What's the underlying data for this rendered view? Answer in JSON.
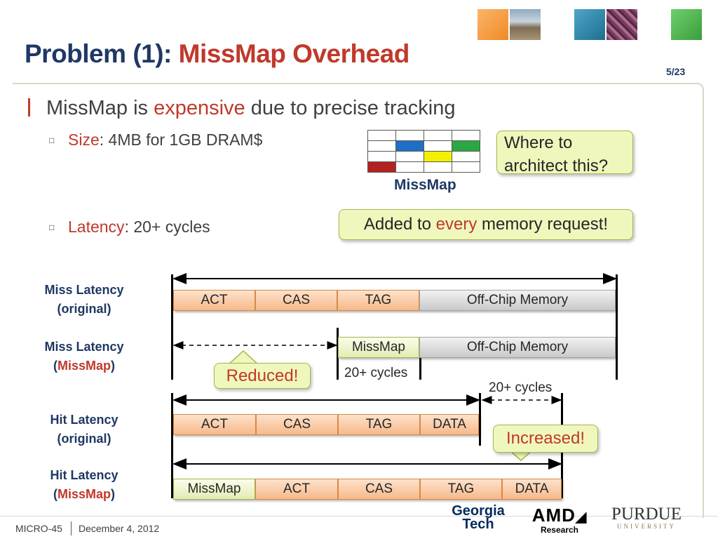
{
  "title": {
    "prefix": "Problem (1): ",
    "highlight": "MissMap Overhead"
  },
  "page_number": "5/23",
  "colors": {
    "title": "#1f3864",
    "accent": "#c0392b",
    "seg_orange": "#f7b98a",
    "seg_gray": "#c9c9c9",
    "callout": "#f0f7bd"
  },
  "header_squares": [
    "#f79646",
    "#31849b",
    "#4ead4e"
  ],
  "bullet": {
    "main_pre": "MissMap is ",
    "main_hl": "expensive",
    "main_post": " due to precise tracking",
    "size_label": "Size",
    "size_text": ": 4MB for 1GB DRAM$",
    "latency_label": "Latency",
    "latency_text": ": 20+ cycles"
  },
  "missmap_grid": {
    "label": "MissMap",
    "cells": [
      [
        "",
        "",
        "",
        ""
      ],
      [
        "",
        "#1f6fc5",
        "",
        "#2aa845"
      ],
      [
        "",
        "",
        "#f0f000",
        ""
      ],
      [
        "#b22222",
        "",
        "",
        ""
      ]
    ]
  },
  "callouts": {
    "where": "Where to architect this?",
    "added_pre": "Added to ",
    "added_hl": "every",
    "added_post": " memory request!",
    "reduced": "Reduced!",
    "increased": "Increased!"
  },
  "rows": {
    "miss_orig": {
      "line1": "Miss Latency",
      "line2": "(original)"
    },
    "miss_mm": {
      "line1": "Miss Latency",
      "line2_pre": "(",
      "line2_hl": "MissMap",
      "line2_post": ")"
    },
    "hit_orig": {
      "line1": "Hit Latency",
      "line2": "(original)"
    },
    "hit_mm": {
      "line1": "Hit Latency",
      "line2_pre": "(",
      "line2_hl": "MissMap",
      "line2_post": ")"
    }
  },
  "segments": {
    "miss_orig": [
      "ACT",
      "CAS",
      "TAG",
      "Off-Chip Memory"
    ],
    "miss_mm": [
      "MissMap",
      "Off-Chip Memory"
    ],
    "hit_orig": [
      "ACT",
      "CAS",
      "TAG",
      "DATA"
    ],
    "hit_mm": [
      "MissMap",
      "ACT",
      "CAS",
      "TAG",
      "DATA"
    ]
  },
  "annotations": {
    "cycles_a": "20+ cycles",
    "cycles_b": "20+ cycles"
  },
  "footer": {
    "conf": "MICRO-45",
    "date": "December 4, 2012",
    "logo_gt1": "Georgia",
    "logo_gt2": "Tech",
    "logo_amd": "AMD",
    "logo_amd_sub": "Research",
    "logo_purdue": "PURDUE",
    "logo_purdue_sub": "UNIVERSITY"
  }
}
